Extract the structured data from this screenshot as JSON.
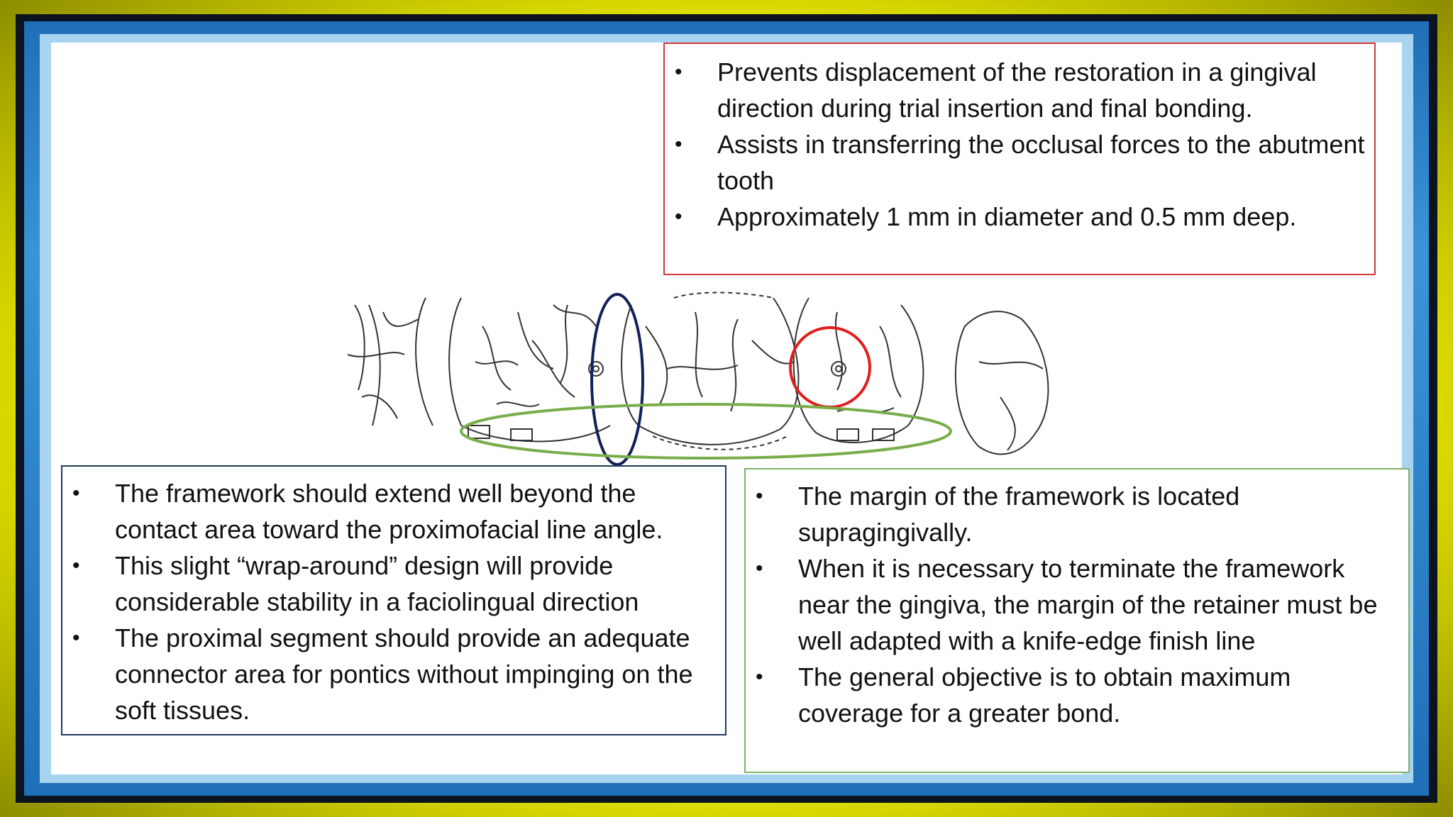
{
  "top_box": {
    "bullets": [
      "Prevents displacement of the restoration in a gingival direction during trial insertion and final bonding.",
      "Assists in transferring the occlusal forces to the abutment tooth",
      "Approximately 1 mm in diameter and 0.5 mm deep."
    ]
  },
  "left_box": {
    "bullets": [
      "The framework should extend well beyond the contact area toward the proximofacial line angle.",
      "This slight “wrap-around” design will provide considerable stability in a faciolingual direction",
      "The proximal segment should provide an adequate connector area for pontics without impinging on the soft tissues."
    ]
  },
  "right_box": {
    "bullets": [
      "The margin of the framework is located supragingivally.",
      "When it is necessary to terminate the framework near the gingiva, the margin of the retainer must be well adapted with a knife-edge finish line",
      "The general objective is to obtain maximum coverage for a greater bond."
    ]
  },
  "colors": {
    "frame_yellow": "#e6e600",
    "frame_blue": "#2b84c9",
    "top_box_border": "#d33b3b",
    "left_box_border": "#1f3a5a",
    "right_box_border": "#7fb06a",
    "navy_ellipse": "#13205a",
    "red_circle": "#e01e1e",
    "green_ellipse": "#79ad4a"
  }
}
